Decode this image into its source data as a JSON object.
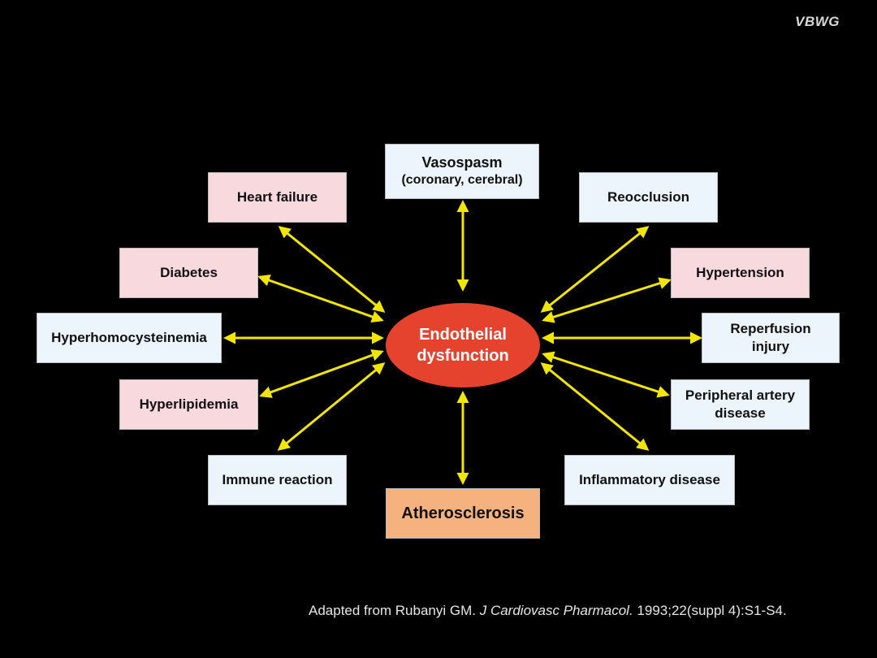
{
  "watermark": "VBWG",
  "center": {
    "line1": "Endothelial",
    "line2": "dysfunction"
  },
  "nodes": {
    "vasospasm": {
      "line1": "Vasospasm",
      "line2": "(coronary, cerebral)"
    },
    "heart_failure": {
      "label": "Heart failure"
    },
    "reocclusion": {
      "label": "Reocclusion"
    },
    "diabetes": {
      "label": "Diabetes"
    },
    "hypertension": {
      "label": "Hypertension"
    },
    "hyperhomocysteinemia": {
      "label": "Hyperhomocysteinemia"
    },
    "reperfusion_injury": {
      "line1": "Reperfusion",
      "line2": "injury"
    },
    "hyperlipidemia": {
      "label": "Hyperlipidemia"
    },
    "peripheral_artery_disease": {
      "line1": "Peripheral artery",
      "line2": "disease"
    },
    "immune_reaction": {
      "label": "Immune reaction"
    },
    "inflammatory_disease": {
      "label": "Inflammatory disease"
    },
    "atherosclerosis": {
      "label": "Atherosclerosis"
    }
  },
  "citation": {
    "prefix": "Adapted from Rubanyi GM.",
    "journal": "J Cardiovasc Pharmacol.",
    "details": "1993;22(suppl 4):S1-S4."
  },
  "colors": {
    "arrow": "#f2e600",
    "center_fill": "#e5432e",
    "pink_box": "#f7d9de",
    "blue_box": "#ecf5fb",
    "orange_box": "#f5b27f"
  }
}
